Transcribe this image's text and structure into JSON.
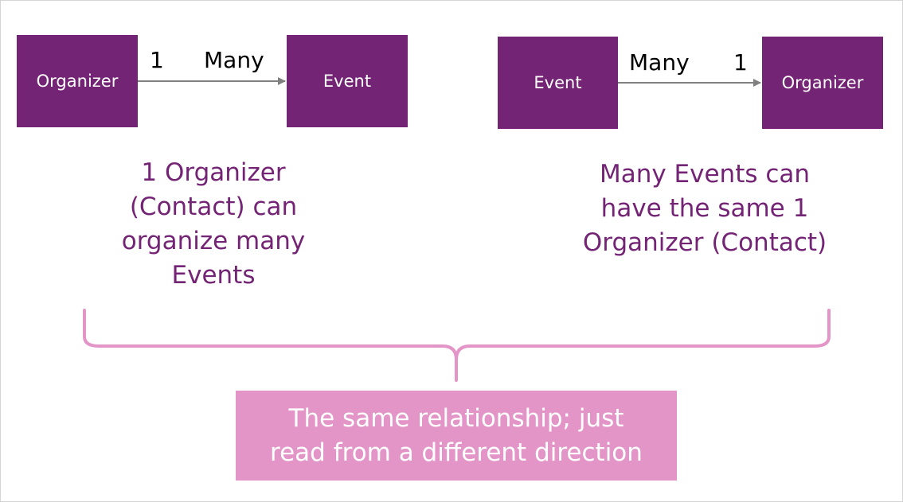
{
  "diagram": {
    "left": {
      "source_entity": "Organizer",
      "target_entity": "Event",
      "source_cardinality": "1",
      "target_cardinality": "Many",
      "caption_lines": [
        "1 Organizer",
        "(Contact) can",
        "organize many",
        "Events"
      ]
    },
    "right": {
      "source_entity": "Event",
      "target_entity": "Organizer",
      "source_cardinality": "Many",
      "target_cardinality": "1",
      "caption_lines": [
        "Many Events can",
        "have the same 1",
        "Organizer (Contact)"
      ]
    },
    "conclusion_lines": [
      "The same relationship; just",
      "read from a different direction"
    ],
    "colors": {
      "entity_fill": "#742474",
      "caption_text": "#742474",
      "brace_and_callout": "#e395c7",
      "arrow": "#808080"
    }
  }
}
